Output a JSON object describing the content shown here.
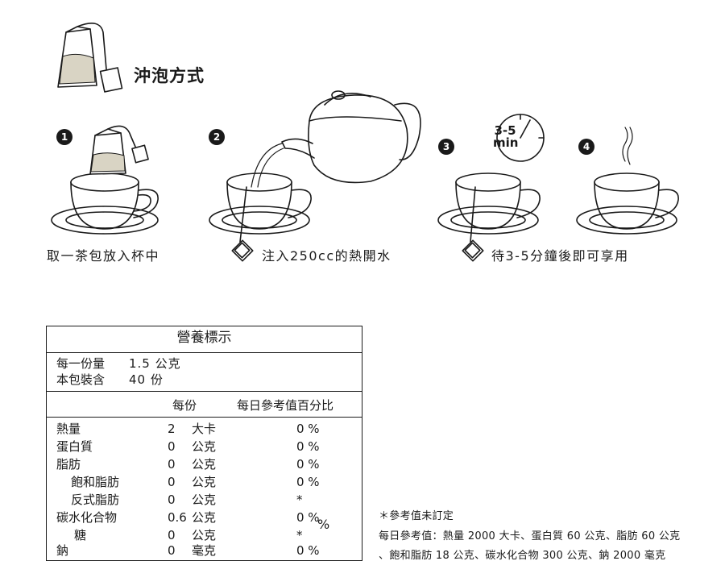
{
  "section_title": "沖泡方式",
  "steps": [
    {
      "num": "1",
      "caption": "取一茶包放入杯中"
    },
    {
      "num": "2",
      "caption": "注入250cc的熱開水"
    },
    {
      "num": "3",
      "caption": "待3-5分鐘後即可享用",
      "timer": {
        "line1": "3-5",
        "line2": "min"
      }
    },
    {
      "num": "4",
      "caption": ""
    }
  ],
  "nutrition": {
    "title": "營養標示",
    "serving_size_label": "每一份量",
    "serving_size_value": "1.5 公克",
    "servings_label": "本包裝含",
    "servings_value": "40 份",
    "col_per_serving": "每份",
    "col_daily": "每日參考值百分比",
    "rows": [
      {
        "name": "熱量",
        "amount": "2",
        "unit": "大卡",
        "daily": "0 %"
      },
      {
        "name": "蛋白質",
        "amount": "0",
        "unit": "公克",
        "daily": "0 %"
      },
      {
        "name": "脂肪",
        "amount": "0",
        "unit": "公克",
        "daily": "0 %"
      },
      {
        "name": "飽和脂肪",
        "amount": "0",
        "unit": "公克",
        "daily": "0 %"
      },
      {
        "name": "反式脂肪",
        "amount": "0",
        "unit": "公克",
        "daily": "*"
      },
      {
        "name": "碳水化合物",
        "amount": "0.6",
        "unit": "公克",
        "daily": "0 %"
      },
      {
        "name": "糖",
        "amount": "0",
        "unit": "公克",
        "daily": "*"
      },
      {
        "name": "鈉",
        "amount": "0",
        "unit": "毫克",
        "daily": "0 %"
      }
    ],
    "percent_sign": "%"
  },
  "notes": {
    "asterisk": "＊參考值未訂定",
    "daily_ref_1": "每日參考值：熱量 2000 大卡、蛋白質 60 公克、脂肪 60 公克",
    "daily_ref_2": "、飽和脂肪 18  公克、碳水化合物  300  公克、鈉  2000  毫克"
  }
}
